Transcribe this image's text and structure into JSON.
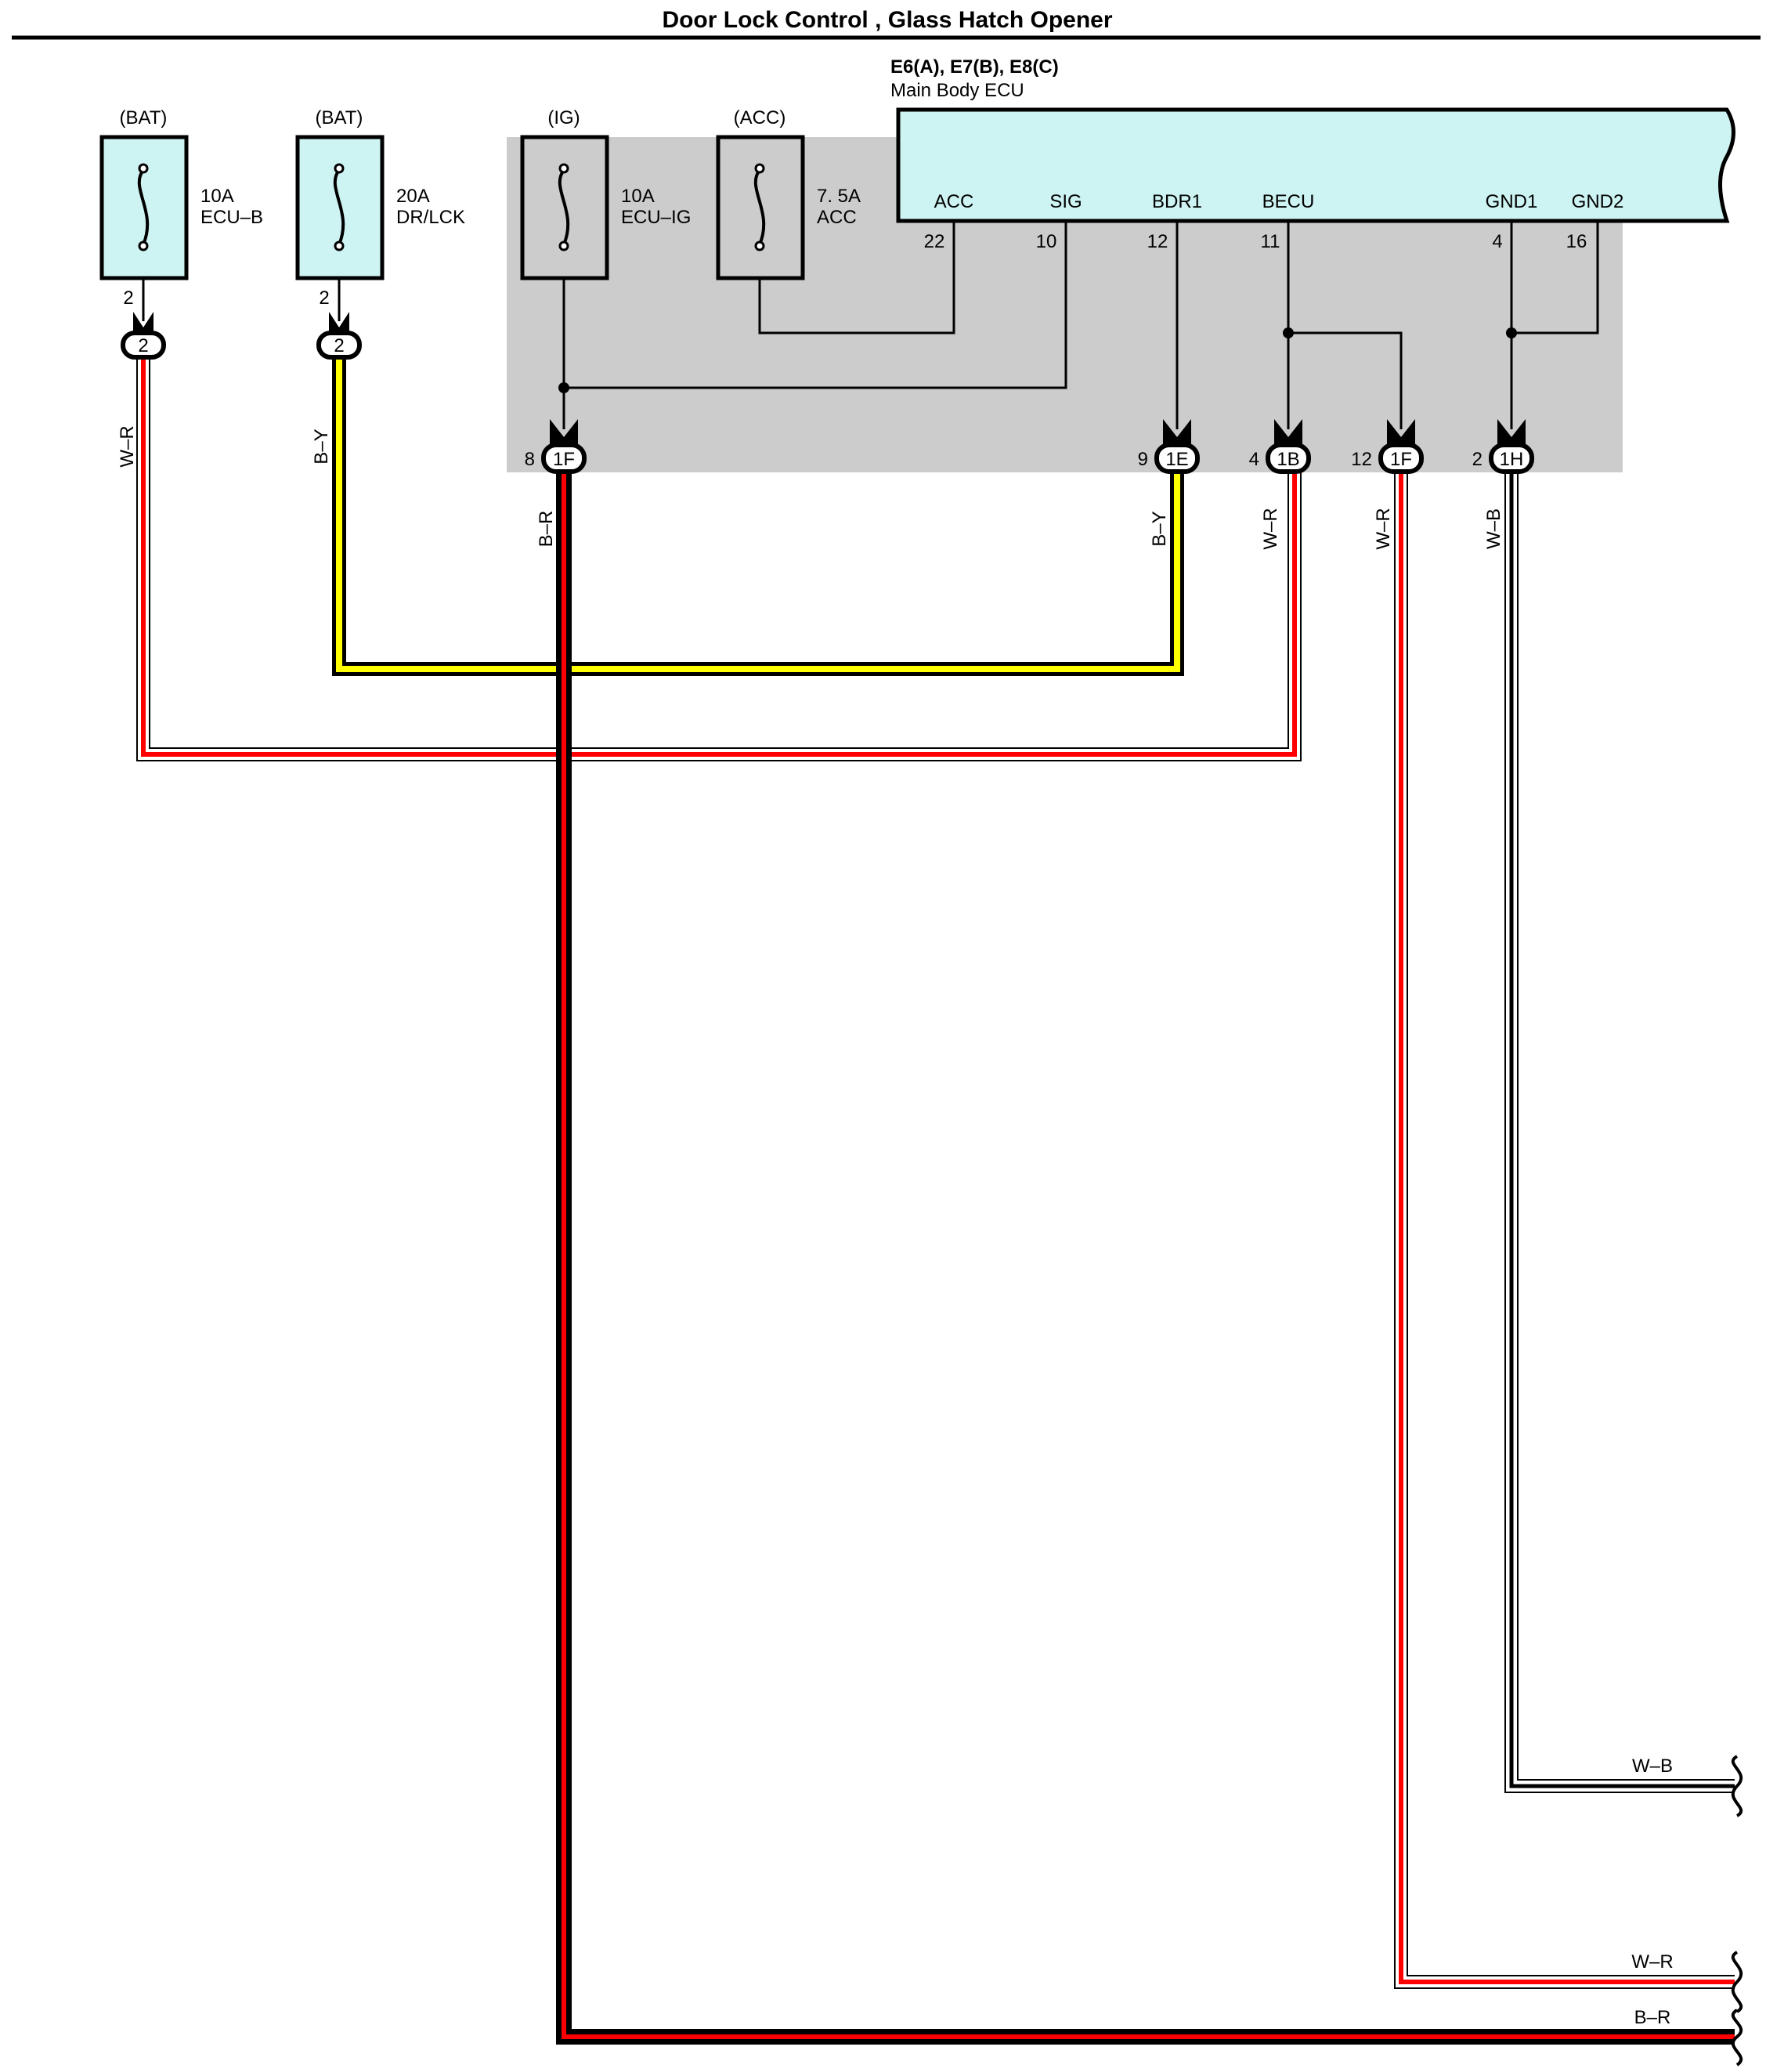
{
  "title": "Door Lock Control , Glass Hatch Opener",
  "ecu": {
    "connectors": "E6(A), E7(B), E8(C)",
    "name": "Main Body ECU",
    "pins": [
      {
        "name": "ACC",
        "number": "22"
      },
      {
        "name": "SIG",
        "number": "10"
      },
      {
        "name": "BDR1",
        "number": "12"
      },
      {
        "name": "BECU",
        "number": "11"
      },
      {
        "name": "GND1",
        "number": "4"
      },
      {
        "name": "GND2",
        "number": "16"
      }
    ]
  },
  "fuses": [
    {
      "source": "(BAT)",
      "rating": "10A",
      "name": "ECU–B",
      "pin": "2",
      "junction": "2"
    },
    {
      "source": "(BAT)",
      "rating": "20A",
      "name": "DR/LCK",
      "pin": "2",
      "junction": "2"
    },
    {
      "source": "(IG)",
      "rating": "10A",
      "name": "ECU–IG"
    },
    {
      "source": "(ACC)",
      "rating": "7. 5A",
      "name": "ACC"
    }
  ],
  "junction_connectors": [
    {
      "pin": "8",
      "label": "1F"
    },
    {
      "pin": "9",
      "label": "1E"
    },
    {
      "pin": "4",
      "label": "1B"
    },
    {
      "pin": "12",
      "label": "1F"
    },
    {
      "pin": "2",
      "label": "1H"
    }
  ],
  "wires": [
    {
      "color_code": "W–R",
      "colors": [
        "#ffffff",
        "#ff0000"
      ]
    },
    {
      "color_code": "B–Y",
      "colors": [
        "#000000",
        "#ffff00"
      ]
    },
    {
      "color_code": "B–R",
      "colors": [
        "#000000",
        "#ff0000"
      ]
    },
    {
      "color_code": "B–Y",
      "colors": [
        "#000000",
        "#ffff00"
      ]
    },
    {
      "color_code": "W–R",
      "colors": [
        "#ffffff",
        "#ff0000"
      ]
    },
    {
      "color_code": "W–R",
      "colors": [
        "#ffffff",
        "#ff0000"
      ]
    },
    {
      "color_code": "W–B",
      "colors": [
        "#ffffff",
        "#000000"
      ]
    }
  ],
  "exits": [
    {
      "label": "W–B"
    },
    {
      "label": "W–R"
    },
    {
      "label": "B–R"
    }
  ],
  "colors": {
    "fuse_fill": "#cdf3f2",
    "shaded_area": "#cccccc",
    "red": "#ff0000",
    "yellow": "#ffff00"
  }
}
